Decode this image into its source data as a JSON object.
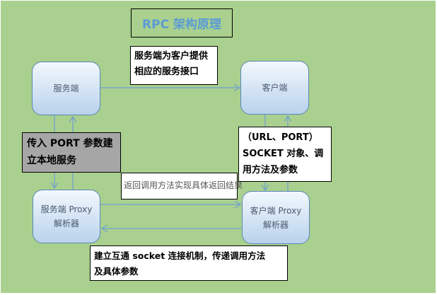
{
  "title": "RPC 架构原理",
  "nodes": {
    "server": "服务端",
    "client": "客户端",
    "server_proxy": [
      "服务端 Proxy",
      "解析器"
    ],
    "client_proxy": [
      "客户端 Proxy",
      "解析器"
    ]
  },
  "notes": {
    "provide_interface": [
      "服务端为客户提供",
      "相应的服务接口"
    ],
    "local_service": [
      "传入 PORT 参数建",
      "立本地服务"
    ],
    "client_socket": [
      "（URL、PORT）",
      "SOCKET 对象、调",
      "用方法及参数"
    ],
    "return_result": "返回调用方法实现具体返回结果",
    "socket_mechanism": [
      "建立互通 socket 连接机制，传递调用方法",
      "及具体参数"
    ]
  },
  "colors": {
    "background": "#a9d08e",
    "title": "#5b9bd5",
    "gray_note": "#a6a6a6",
    "line": "#6f9fd1"
  }
}
